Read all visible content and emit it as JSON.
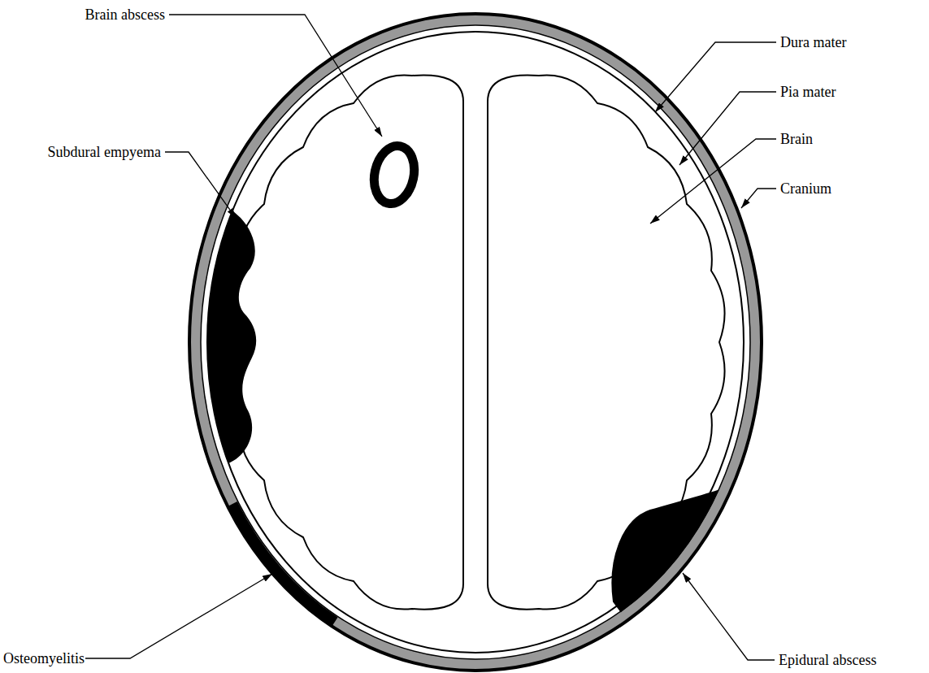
{
  "diagram": {
    "labels": [
      "Brain abscess",
      "Dura mater",
      "Pia mater",
      "Subdural empyema",
      "Brain",
      "Cranium",
      "Osteomyelitis",
      "Epidural abscess"
    ]
  }
}
